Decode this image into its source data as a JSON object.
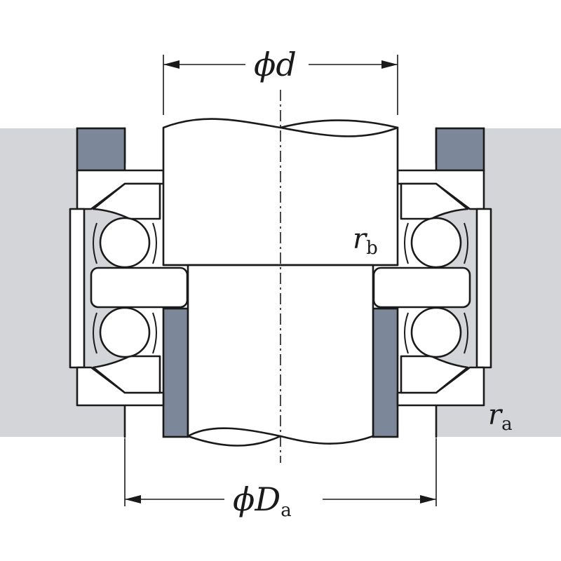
{
  "labels": {
    "shaft_diameter": {
      "symbol": "ϕd"
    },
    "abutment_diameter": {
      "symbol": "ϕD",
      "subscript": "a"
    },
    "shaft_fillet": {
      "symbol": "r",
      "subscript": "b"
    },
    "housing_fillet": {
      "symbol": "r",
      "subscript": "a"
    }
  },
  "colors": {
    "housing": "#d4d5d8",
    "spacer": "#7c8899",
    "outline": "#1a1a1a",
    "background": "#ffffff"
  }
}
